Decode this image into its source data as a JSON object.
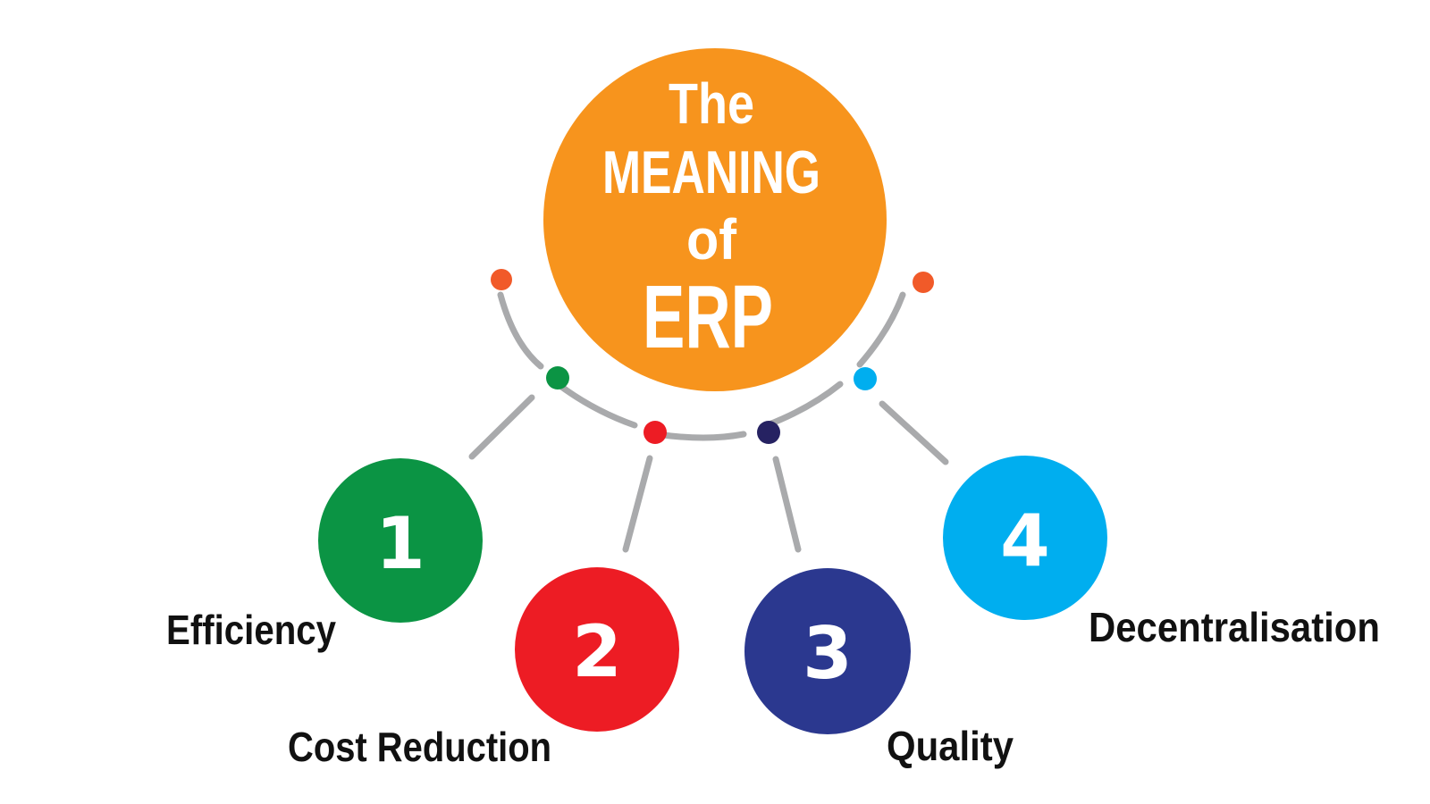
{
  "hub": {
    "line1": "The",
    "line2": "MEANING",
    "line3": "of",
    "line4": "ERP",
    "color": "#f7941d"
  },
  "colors": {
    "connector": "#a9aaac",
    "end_dot": "#f15a29",
    "text": "#111111"
  },
  "items": [
    {
      "number": "1",
      "label": "Efficiency",
      "color": "#0b9444"
    },
    {
      "number": "2",
      "label": "Cost Reduction",
      "color": "#ed1c24"
    },
    {
      "number": "3",
      "label": "Quality",
      "color": "#2b388f"
    },
    {
      "number": "4",
      "label": "Decentralisation",
      "color": "#00aeef"
    }
  ],
  "dots": {
    "item1": "#0b9444",
    "item2": "#ed1c24",
    "item3": "#262262",
    "item4": "#00aeef"
  }
}
